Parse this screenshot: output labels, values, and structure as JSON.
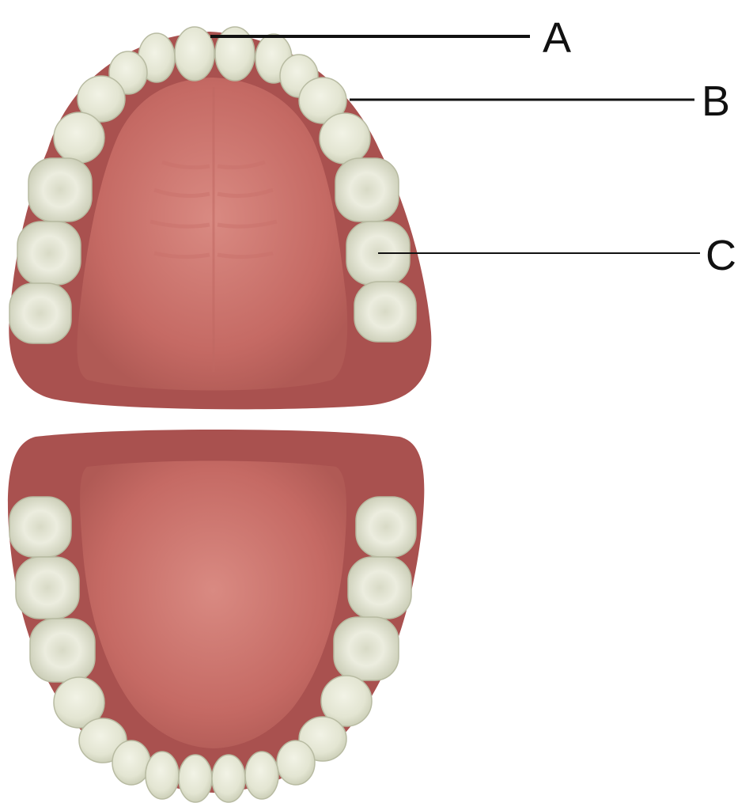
{
  "diagram": {
    "labels": [
      {
        "id": "A",
        "text": "A"
      },
      {
        "id": "B",
        "text": "B"
      },
      {
        "id": "C",
        "text": "C"
      }
    ]
  },
  "colors": {
    "background": "#ffffff",
    "gum": "#a9514f",
    "gum_dark": "#8a3b3a",
    "palate": "#c56a64",
    "palate_light": "#d98a82",
    "tooth": "#e6e7d6",
    "tooth_shade": "#c9ccb5",
    "line": "#111111"
  }
}
